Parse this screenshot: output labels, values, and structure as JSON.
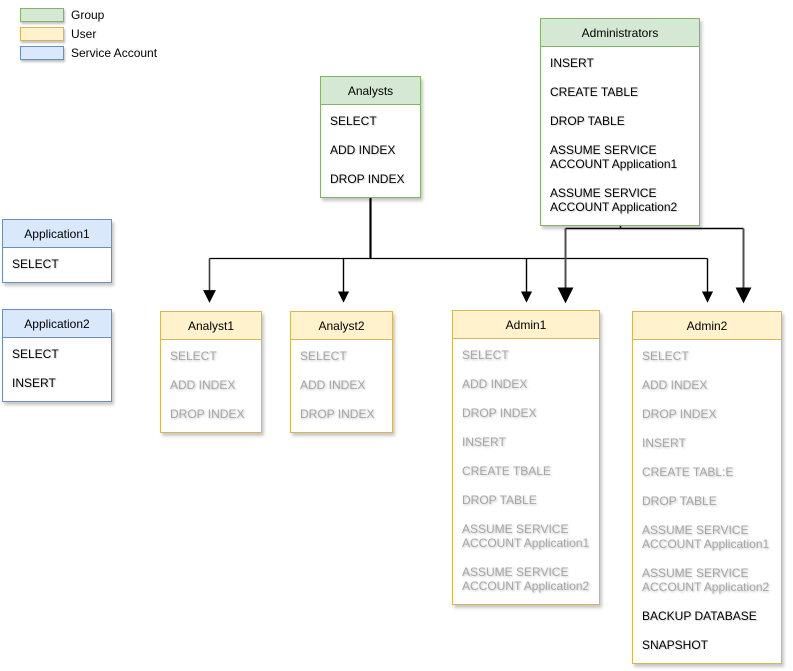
{
  "colors": {
    "group_fill": "#d5e8d4",
    "group_border": "#82b366",
    "user_fill": "#fff2cc",
    "user_border": "#d6b656",
    "service_account_fill": "#dae8fc",
    "service_account_border": "#6c8ebf",
    "active_text": "#000000",
    "revoked_text": "#a6a6a6",
    "edge_primary": "#000000",
    "edge_secondary": "#4f4f4f"
  },
  "legend": {
    "items": [
      {
        "label": "Group",
        "type": "group",
        "fill": "#d5e8d4",
        "border": "#82b366"
      },
      {
        "label": "User",
        "type": "user",
        "fill": "#fff2cc",
        "border": "#d6b656"
      },
      {
        "label": "Service Account",
        "type": "service-account",
        "fill": "#dae8fc",
        "border": "#6c8ebf"
      }
    ]
  },
  "nodes": {
    "administrators": {
      "title": "Administrators",
      "type": "group",
      "items": [
        {
          "text": "INSERT",
          "state": "active"
        },
        {
          "text": "CREATE TABLE",
          "state": "active"
        },
        {
          "text": "DROP TABLE",
          "state": "active"
        },
        {
          "text": "ASSUME SERVICE ACCOUNT Application1",
          "state": "active"
        },
        {
          "text": "ASSUME SERVICE ACCOUNT Application2",
          "state": "active"
        }
      ]
    },
    "analysts": {
      "title": "Analysts",
      "type": "group",
      "items": [
        {
          "text": "SELECT",
          "state": "active"
        },
        {
          "text": "ADD INDEX",
          "state": "active"
        },
        {
          "text": "DROP INDEX",
          "state": "active"
        }
      ]
    },
    "application1": {
      "title": "Application1",
      "type": "service-account",
      "items": [
        {
          "text": "SELECT",
          "state": "active"
        }
      ]
    },
    "application2": {
      "title": "Application2",
      "type": "service-account",
      "items": [
        {
          "text": "SELECT",
          "state": "active"
        },
        {
          "text": "INSERT",
          "state": "active"
        }
      ]
    },
    "analyst1": {
      "title": "Analyst1",
      "type": "user",
      "items": [
        {
          "text": "SELECT",
          "state": "revoked"
        },
        {
          "text": "ADD INDEX",
          "state": "revoked"
        },
        {
          "text": "DROP INDEX",
          "state": "revoked"
        }
      ]
    },
    "analyst2": {
      "title": "Analyst2",
      "type": "user",
      "items": [
        {
          "text": "SELECT",
          "state": "revoked"
        },
        {
          "text": "ADD INDEX",
          "state": "revoked"
        },
        {
          "text": "DROP INDEX",
          "state": "revoked"
        }
      ]
    },
    "admin1": {
      "title": "Admin1",
      "type": "user",
      "items": [
        {
          "text": "SELECT",
          "state": "revoked"
        },
        {
          "text": "ADD INDEX",
          "state": "revoked"
        },
        {
          "text": "DROP INDEX",
          "state": "revoked"
        },
        {
          "text": "INSERT",
          "state": "revoked"
        },
        {
          "text": "CREATE TBALE",
          "state": "revoked"
        },
        {
          "text": "DROP TABLE",
          "state": "revoked"
        },
        {
          "text": "ASSUME SERVICE ACCOUNT Application1",
          "state": "revoked"
        },
        {
          "text": "ASSUME SERVICE ACCOUNT Application2",
          "state": "revoked"
        }
      ]
    },
    "admin2": {
      "title": "Admin2",
      "type": "user",
      "items": [
        {
          "text": "SELECT",
          "state": "revoked"
        },
        {
          "text": "ADD INDEX",
          "state": "revoked"
        },
        {
          "text": "DROP INDEX",
          "state": "revoked"
        },
        {
          "text": "INSERT",
          "state": "revoked"
        },
        {
          "text": "CREATE TABL:E",
          "state": "revoked"
        },
        {
          "text": "DROP TABLE",
          "state": "revoked"
        },
        {
          "text": "ASSUME SERVICE ACCOUNT Application1",
          "state": "revoked"
        },
        {
          "text": "ASSUME SERVICE ACCOUNT Application2",
          "state": "revoked"
        },
        {
          "text": "BACKUP DATABASE",
          "state": "active"
        },
        {
          "text": "SNAPSHOT",
          "state": "active"
        }
      ]
    }
  },
  "edges": [
    {
      "from": "analysts",
      "to": "analyst1"
    },
    {
      "from": "analysts",
      "to": "analyst2"
    },
    {
      "from": "analysts",
      "to": "admin1"
    },
    {
      "from": "analysts",
      "to": "admin2"
    },
    {
      "from": "administrators",
      "to": "admin1"
    },
    {
      "from": "administrators",
      "to": "admin2"
    }
  ]
}
